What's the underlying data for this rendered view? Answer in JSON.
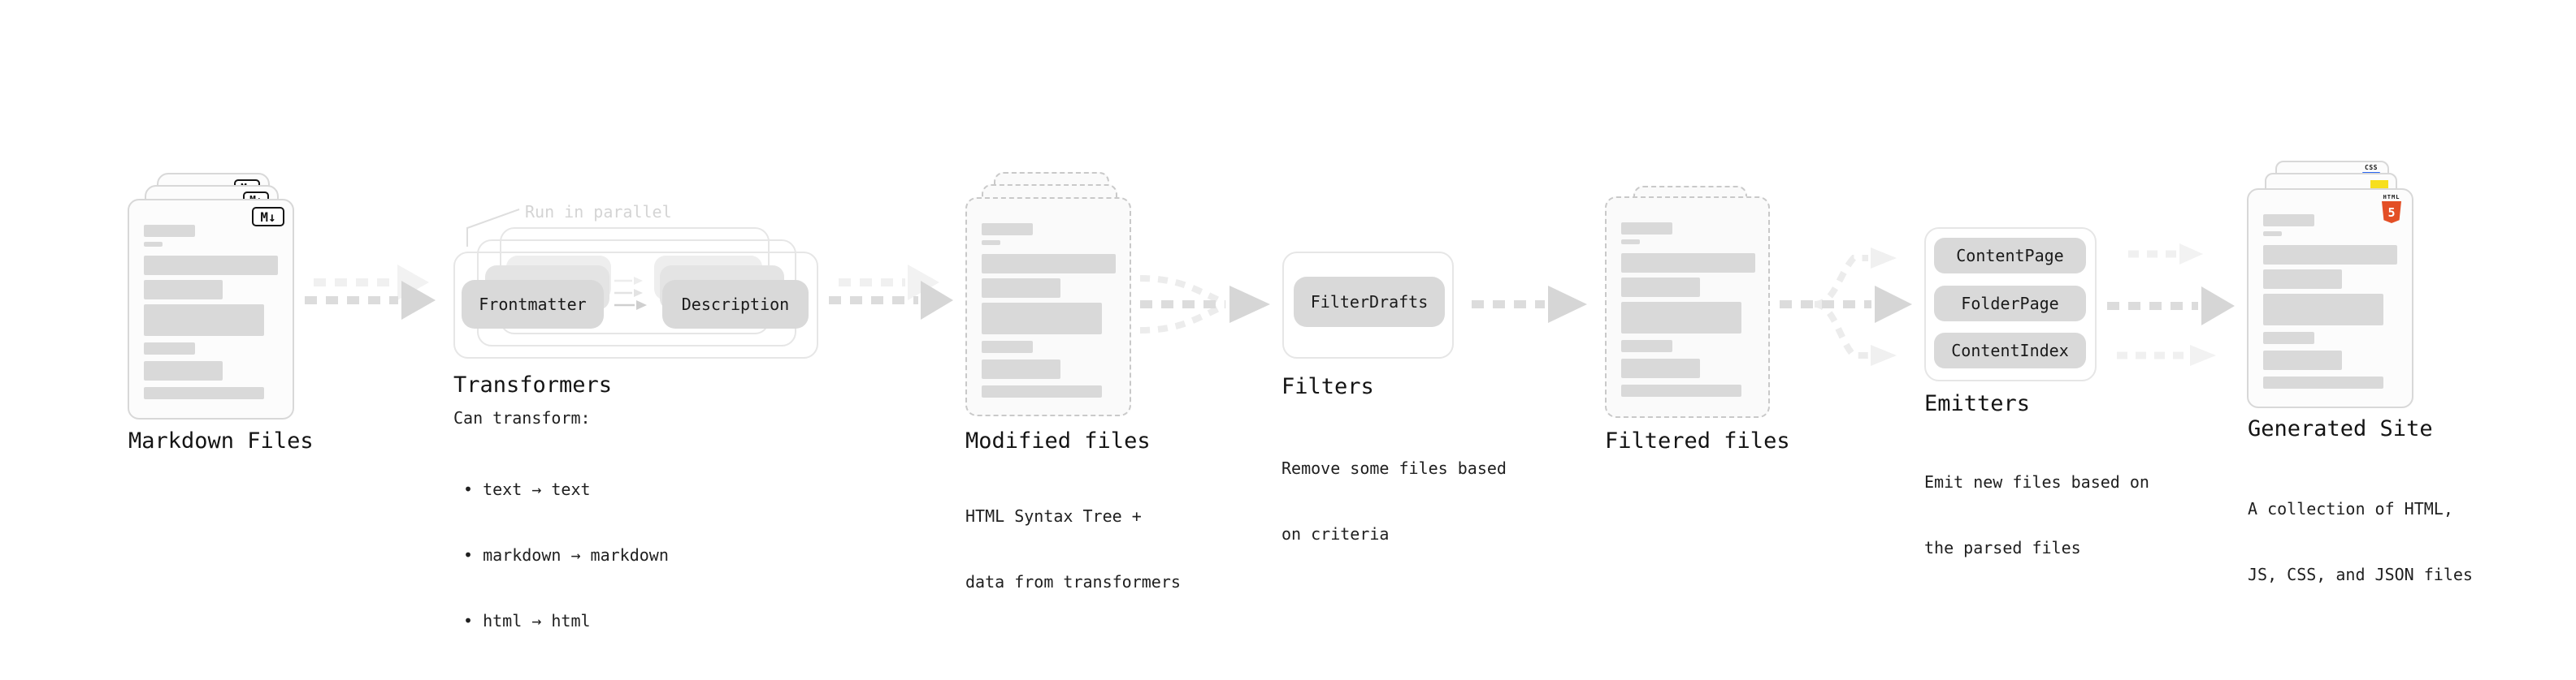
{
  "colors": {
    "html5_orange": "#e34f26",
    "js_yellow": "#f7df1e",
    "css_blue": "#2965f1",
    "pill_gray": "#d9d9d9",
    "arrow_dark": "#dcdcdc",
    "arrow_light": "#f0f0f0"
  },
  "markdown": {
    "label": "Markdown Files",
    "badge": "M↓"
  },
  "transformers": {
    "annotation": "Run in parallel",
    "pill_left": "Frontmatter",
    "pill_right": "Description",
    "heading": "Transformers",
    "intro": "Can transform:",
    "bullets": [
      "• text → text",
      "• markdown → markdown",
      "• html → html"
    ]
  },
  "modified": {
    "heading": "Modified files",
    "sub1": "HTML Syntax Tree +",
    "sub2": "data from transformers"
  },
  "filters": {
    "pill": "FilterDrafts",
    "heading": "Filters",
    "sub1": "Remove some files based",
    "sub2": "on criteria"
  },
  "filtered": {
    "heading": "Filtered files"
  },
  "emitters": {
    "pill1": "ContentPage",
    "pill2": "FolderPage",
    "pill3": "ContentIndex",
    "heading": "Emitters",
    "sub1": "Emit new files based on",
    "sub2": "the parsed files"
  },
  "generated": {
    "heading": "Generated Site",
    "sub1": "A collection of HTML,",
    "sub2": "JS, CSS, and JSON files",
    "css_badge": "CSS",
    "html_badge_title": "HTML",
    "html_badge_number": "5"
  }
}
